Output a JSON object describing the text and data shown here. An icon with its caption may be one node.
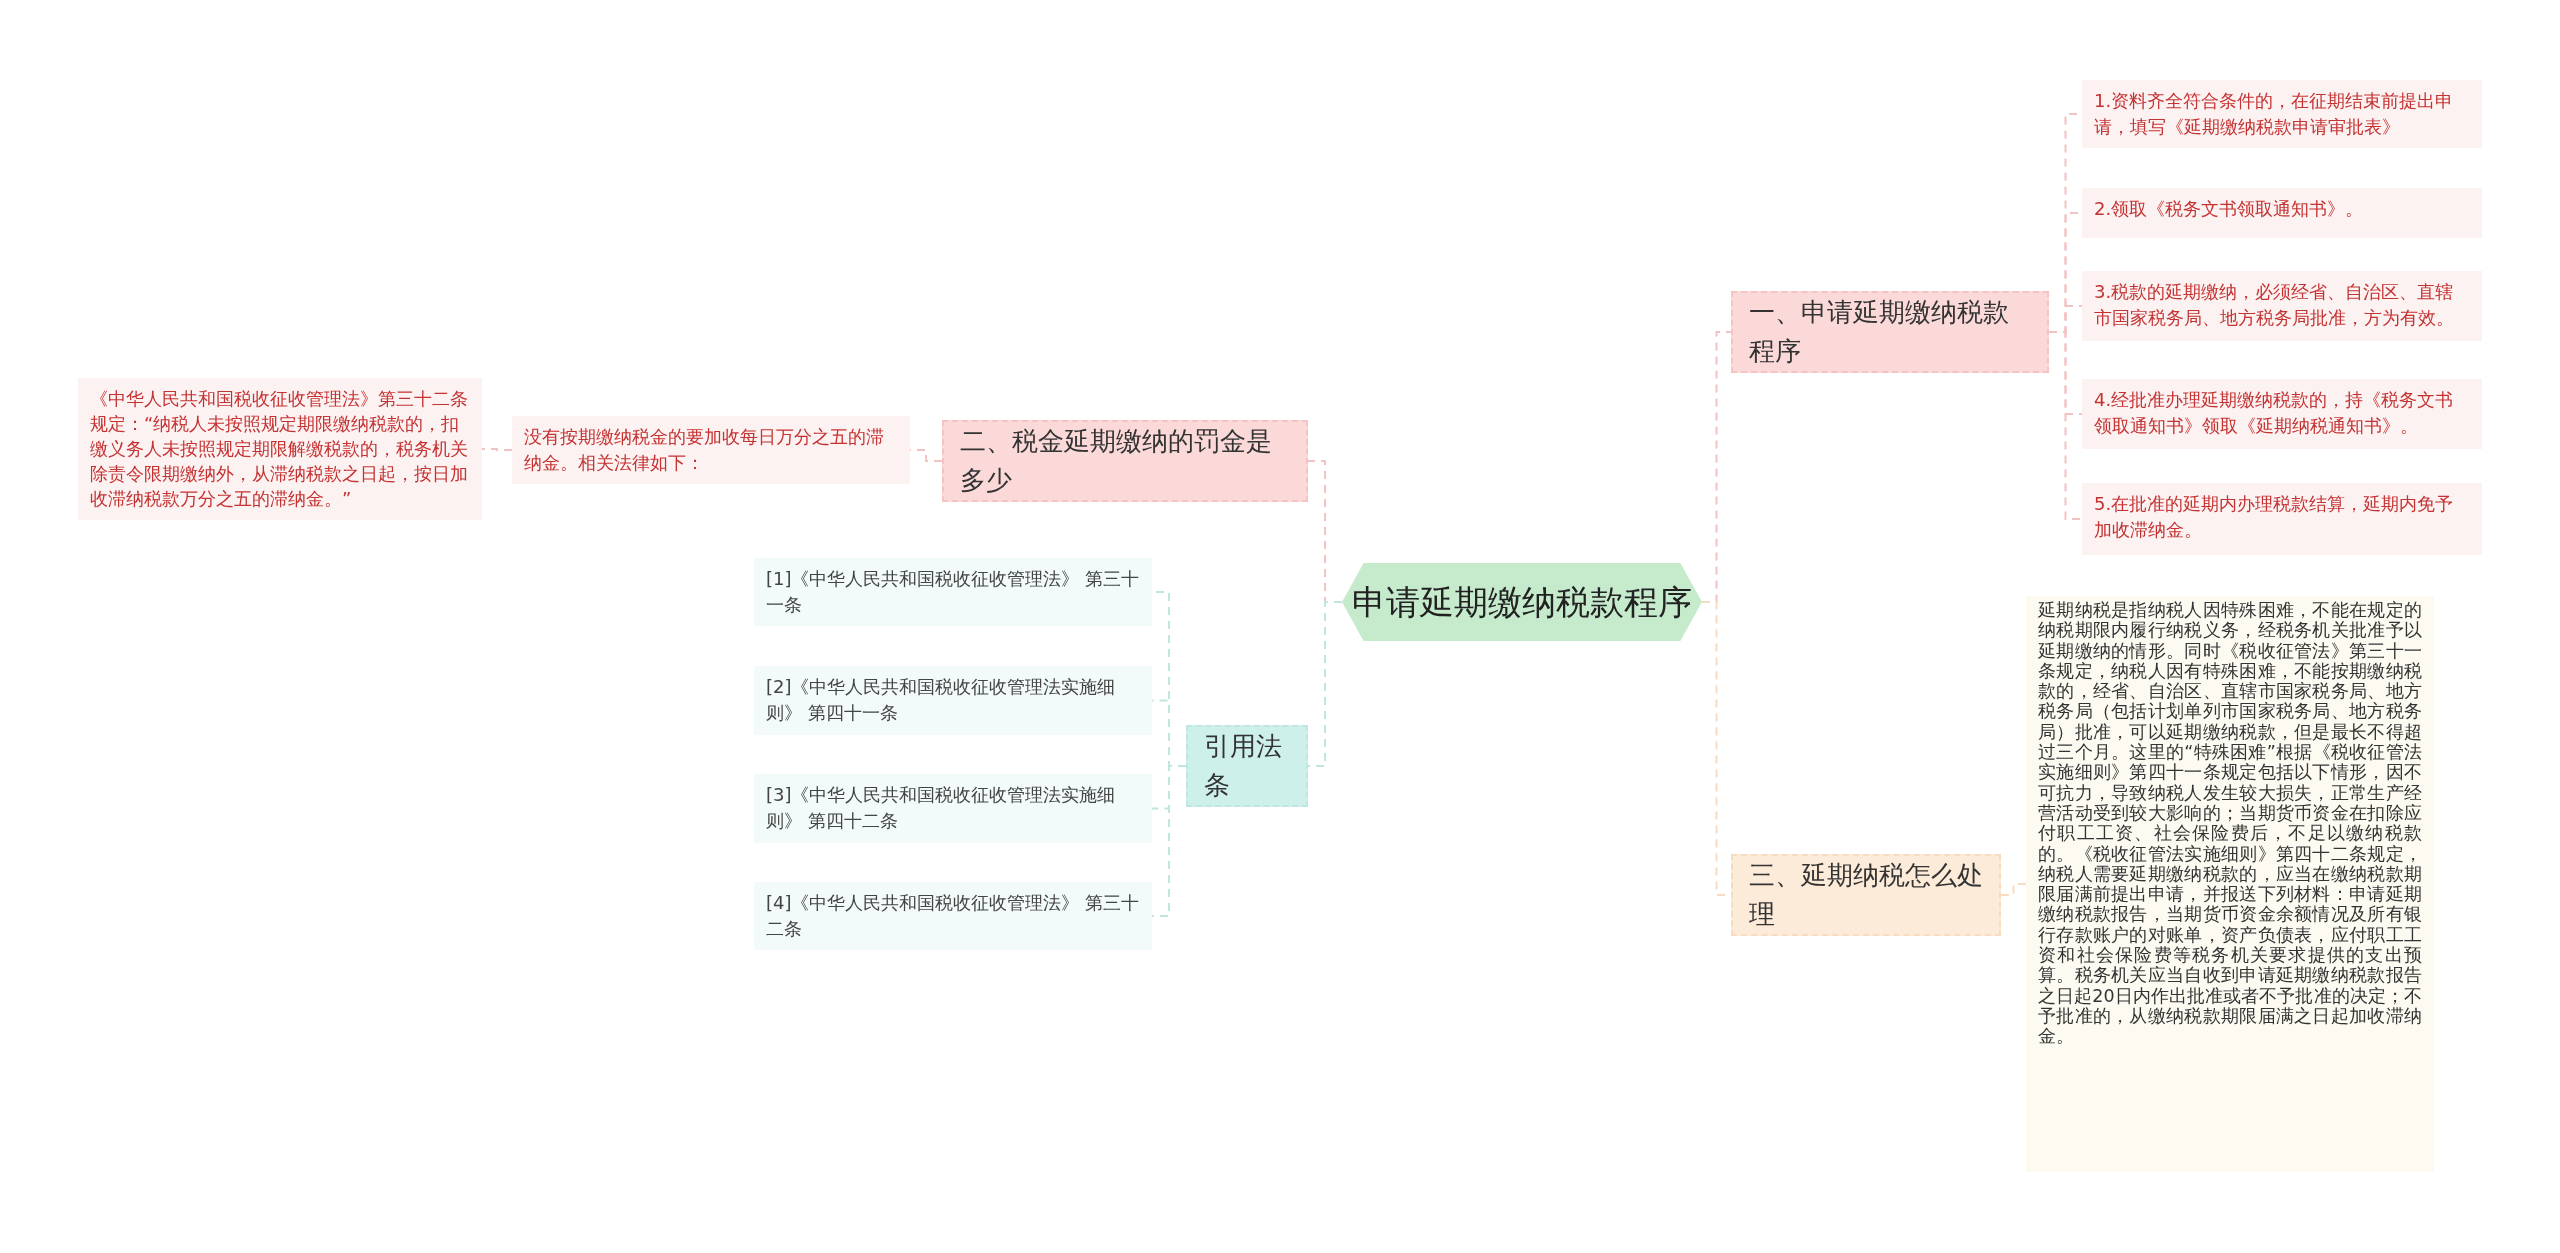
{
  "diagram": {
    "nodes": [
      {
        "text": [
          "申请延期缴纳税款程序"
        ]
      },
      {
        "text": [
          "一、申请延期缴纳税款程序"
        ]
      },
      {
        "text": [
          "1.资料齐全符合条件的，在征期结束前提出申请，填写《延期缴纳税款申请审批表》"
        ]
      },
      {
        "text": [
          "2.领取《税务文书领取通知书》。"
        ]
      },
      {
        "text": [
          "3.税款的延期缴纳，必须经省、自治区、直辖市国家税务局、地方税务局批准，方为有效。"
        ]
      },
      {
        "text": [
          "4.经批准办理延期缴纳税款的，持《税务文书领取通知书》领取《延期纳税通知书》。"
        ]
      },
      {
        "text": [
          "5.在批准的延期内办理税款结算，延期内免予加收滞纳金。"
        ]
      },
      {
        "text": [
          "三、延期纳税怎么处理"
        ]
      },
      {
        "text": [
          "延期纳税是指纳税人因特殊困难，不能在规定的纳税期限内履行纳税义务，经税务机关批准予以延期缴纳的情形。同时《税收征管法》第三十一条规定，纳税人因有特殊困难，不能按期缴纳税款的，经省、自治区、直辖市国家税务局、地方税务局（包括计划单列市国家税务局、地方税务局）批准，可以延期缴纳税款，但是最长不得超过三个月。这里的“特殊困难”根据《税收征管法实施细则》第四十一条规定包括以下情形，因不可抗力，导致纳税人发生较大损失，正常生产经营活动受到较大影响的；当期货币资金在扣除应付职工工资、社会保险费后，不足以缴纳税款的。《税收征管法实施细则》第四十二条规定，纳税人需要延期缴纳税款的，应当在缴纳税款期限届满前提出申请，并报送下列材料：申请延期缴纳税款报告，当期货币资金余额情况及所有银行存款账户的对账单，资产负债表，应付职工工资和社会保险费等税务机关要求提供的支出预算。税务机关应当自收到申请延期缴纳税款报告之日起20日内作出批准或者不予批准的决定；不予批准的，从缴纳税款期限届满之日起加收滞纳金。"
        ]
      },
      {
        "text": [
          "二、税金延期缴纳的罚金是多少"
        ]
      },
      {
        "text": [
          "没有按期缴纳税金的要加收每日万分之五的滞纳金。相关法律如下："
        ]
      },
      {
        "text": [
          "《中华人民共和国税收征收管理法》第三十二条规定：“纳税人未按照规定期限缴纳税款的，扣缴义务人未按照规定期限解缴税款的，税务机关除责令限期缴纳外，从滞纳税款之日起，按日加收滞纳税款万分之五的滞纳金。”"
        ]
      },
      {
        "text": [
          "引用法条"
        ]
      },
      {
        "text": [
          "[1]《中华人民共和国税收征收管理法》 第三十一条"
        ]
      },
      {
        "text": [
          "[2]《中华人民共和国税收征收管理法实施细则》 第四十一条"
        ]
      },
      {
        "text": [
          "[3]《中华人民共和国税收征收管理法实施细则》 第四十二条"
        ]
      },
      {
        "text": [
          "[4]《中华人民共和国税收征收管理法》 第三十二条"
        ]
      }
    ],
    "edges": [
      {
        "from": 0,
        "to": 1,
        "arrow": "none",
        "style": "dashed"
      },
      {
        "from": 1,
        "to": 2,
        "arrow": "none",
        "style": "dashed"
      },
      {
        "from": 1,
        "to": 3,
        "arrow": "none",
        "style": "dashed"
      },
      {
        "from": 1,
        "to": 4,
        "arrow": "none",
        "style": "dashed"
      },
      {
        "from": 1,
        "to": 5,
        "arrow": "none",
        "style": "dashed"
      },
      {
        "from": 1,
        "to": 6,
        "arrow": "none",
        "style": "dashed"
      },
      {
        "from": 0,
        "to": 7,
        "arrow": "none",
        "style": "dashed",
        "color": "#f8dcc2"
      },
      {
        "from": 7,
        "to": 8,
        "arrow": "none",
        "style": "dashed",
        "color": "#f8dcc2"
      },
      {
        "from": 0,
        "to": 9,
        "arrow": "none",
        "style": "dashed"
      },
      {
        "from": 9,
        "to": 10,
        "arrow": "none",
        "style": "dashed"
      },
      {
        "from": 10,
        "to": 11,
        "arrow": "none",
        "style": "dashed"
      },
      {
        "from": 0,
        "to": 12,
        "arrow": "none",
        "style": "dashed",
        "color": "#bfe6df"
      },
      {
        "from": 12,
        "to": 13,
        "arrow": "none",
        "style": "dashed",
        "color": "#bfe6df"
      },
      {
        "from": 12,
        "to": 14,
        "arrow": "none",
        "style": "dashed",
        "color": "#bfe6df"
      },
      {
        "from": 12,
        "to": 15,
        "arrow": "none",
        "style": "dashed",
        "color": "#bfe6df"
      },
      {
        "from": 12,
        "to": 16,
        "arrow": "none",
        "style": "dashed",
        "color": "#bfe6df"
      }
    ]
  }
}
